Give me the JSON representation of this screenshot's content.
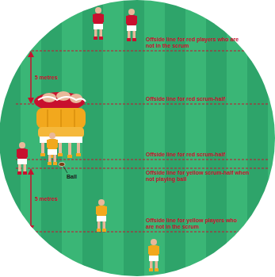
{
  "diagram": {
    "labels": [
      "Offside line for red players who are not in the scrum",
      "5 metres",
      "Offside line for red scrum-half",
      "Offside line for red scrum-half",
      "Offside line for yellow scrum-half when not playing ball",
      "Ball",
      "5 metres",
      "Offside line for yellow players who are not in the scrum"
    ]
  }
}
